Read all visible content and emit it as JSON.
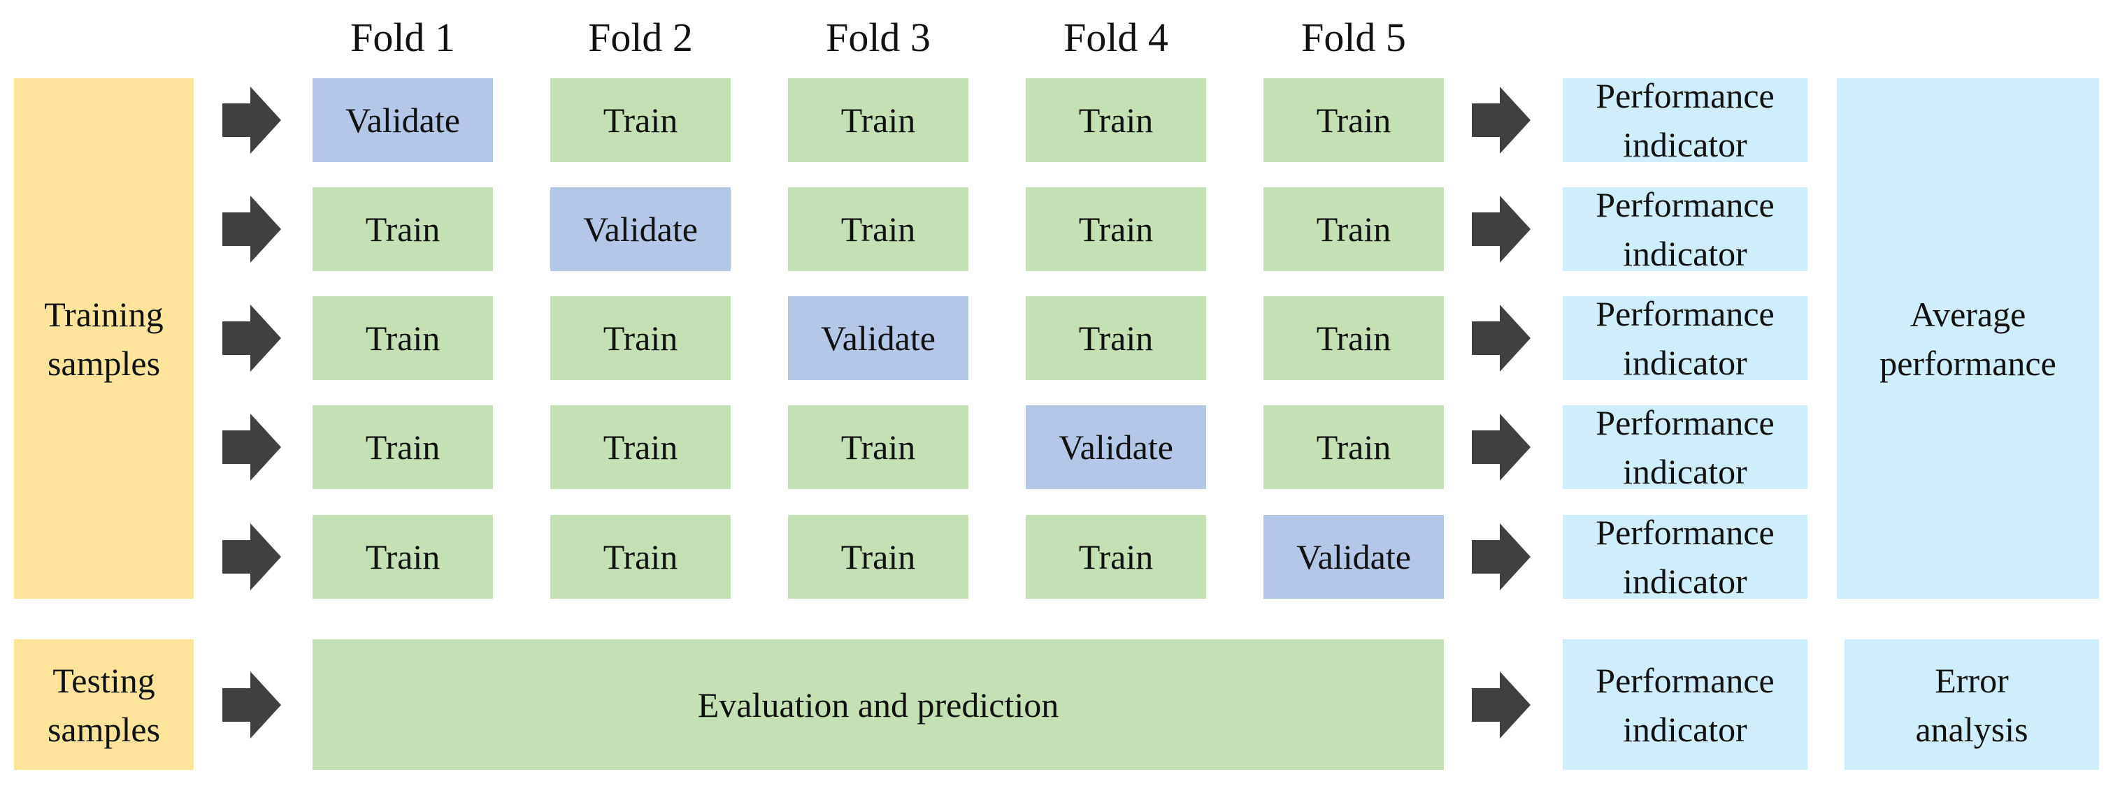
{
  "colors": {
    "samples": "#FEE49A",
    "train": "#C5E0B4",
    "validate": "#B4C7E7",
    "output": "#D0EDFB",
    "arrow": "#404040"
  },
  "fold_headers": [
    "Fold 1",
    "Fold 2",
    "Fold 3",
    "Fold 4",
    "Fold 5"
  ],
  "training_samples_label": "Training\nsamples",
  "testing_samples_label": "Testing\nsamples",
  "train_label": "Train",
  "validate_label": "Validate",
  "performance_label": "Performance\nindicator",
  "average_performance_label": "Average\nperformance",
  "evaluation_label": "Evaluation and prediction",
  "error_analysis_label": "Error\nanalysis",
  "icons": {
    "arrow": "arrow-right-icon"
  }
}
